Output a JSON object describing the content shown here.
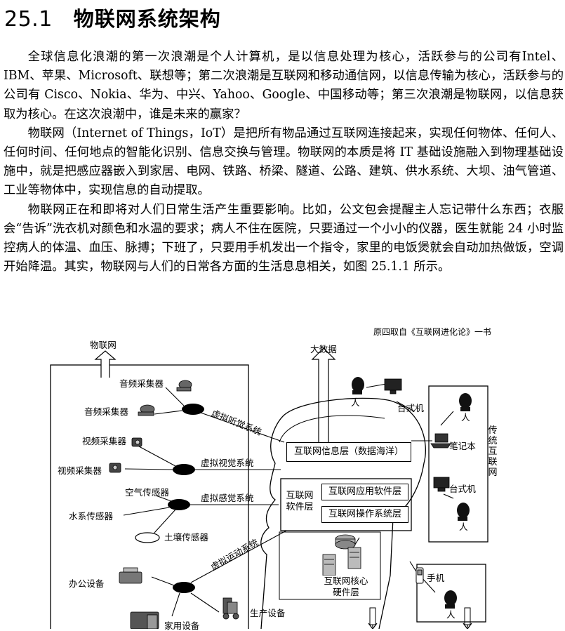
{
  "section": {
    "number": "25.1",
    "title": "物联网系统架构"
  },
  "paragraphs": [
    "全球信息化浪潮的第一次浪潮是个人计算机，是以信息处理为核心，活跃参与的公司有Intel、IBM、苹果、Microsoft、联想等；第二次浪潮是互联网和移动通信网，以信息传输为核心，活跃参与的公司有 Cisco、Nokia、华为、中兴、Yahoo、Google、中国移动等；第三次浪潮是物联网，以信息获取为核心。在这次浪潮中，谁是未来的赢家？",
    "物联网（Internet of Things，IoT）是把所有物品通过互联网连接起来，实现任何物体、任何人、任何时间、任何地点的智能化识别、信息交换与管理。物联网的本质是将 IT 基础设施融入到物理基础设施中，就是把感应器嵌入到家居、电网、铁路、桥梁、隧道、公路、建筑、供水系统、大坝、油气管道、工业等物体中，实现信息的自动提取。",
    "物联网正在和即将对人们日常生活产生重要影响。比如，公文包会提醒主人忘记带什么东西；衣服会“告诉”洗衣机对颜色和水温的要求；病人不住在医院，只要通过一个小小的仪器，医生就能 24 小时监控病人的体温、血压、脉搏；下班了，只要用手机发出一个指令，家里的电饭煲就会自动加热做饭，空调开始降温。其实，物联网与人们的日常各方面的生活息息相关，如图 25.1.1 所示。"
  ],
  "figure": {
    "source_note": "原四取自《互联网进化论》一书",
    "iot_label": "物联网",
    "big_data_label": "大数据",
    "devices": {
      "audio1": "音频采集器",
      "audio2": "音频采集器",
      "video1": "视频采集器",
      "video2": "视频采集器",
      "air": "空气传感器",
      "water": "水系传感器",
      "soil": "土壤传感器",
      "office": "办公设备",
      "home": "家用设备",
      "production": "生产设备"
    },
    "systems": {
      "hearing": "虚拟听觉系统",
      "vision": "虚拟视觉系统",
      "sense": "虚拟感觉系统",
      "motion": "虚拟运动系统"
    },
    "layers": {
      "info": "互联网信息层（数据海洋）",
      "software_title": "互联网软件层",
      "app": "互联网应用软件层",
      "os": "互联网操作系统层",
      "hardware": "互联网核心硬件层"
    },
    "traditional": {
      "title": "传统互联网",
      "person": "人",
      "desktop": "台式机",
      "laptop": "笔记本",
      "phone": "手机"
    },
    "icons": [
      "microphone-icon",
      "camera-icon",
      "sensor-node-icon",
      "printer-icon",
      "fridge-icon",
      "forklift-icon",
      "router-icon",
      "server-icon",
      "person-head-icon",
      "desktop-icon",
      "laptop-icon",
      "mobile-phone-icon"
    ]
  }
}
